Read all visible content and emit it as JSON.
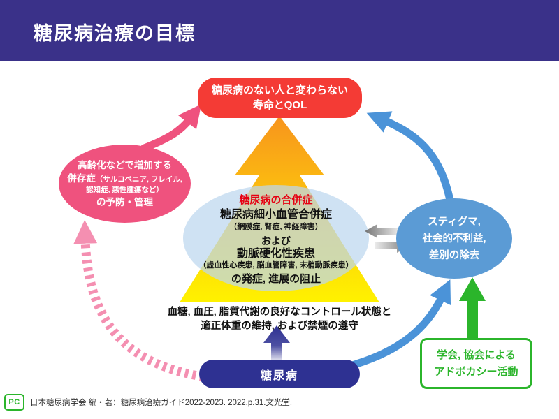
{
  "title": "糖尿病治療の目標",
  "colors": {
    "header_bg": "#3A3189",
    "goal_red": "#F43B35",
    "comorbidity_pink": "#EF527E",
    "dashed_arrow_pink": "#F48FB1",
    "center_ellipse_blue": "#BDD7EE",
    "stigma_blue": "#5B9BD5",
    "arrow_blue": "#4B93D8",
    "diabetes_navy": "#2E3192",
    "advocacy_green": "#2BB52B",
    "big_arrow_orange": "#F7941D",
    "big_arrow_yellow": "#FFF200",
    "complication_heading_red": "#E60012",
    "exchange_arrow_gray": "#757575"
  },
  "nodes": {
    "goal": {
      "line1": "糖尿病のない人と変わらない",
      "line2": "寿命とQOL"
    },
    "comorbidity": {
      "line1": "高齢化などで増加する",
      "line2_main": "併存症",
      "line2_detail": "（サルコペニア, フレイル,",
      "line3_detail": "認知症, 悪性腫瘍など）",
      "line4": "の予防・管理"
    },
    "complications": {
      "heading": "糖尿病の合併症",
      "line1": "糖尿病細小血管合併症",
      "line2": "（網膜症, 腎症, 神経障害）",
      "line3": "および",
      "line4": "動脈硬化性疾患",
      "line5": "（虚血性心疾患, 脳血管障害, 末梢動脈疾患）",
      "line6": "の発症, 進展の阻止"
    },
    "control": {
      "line1": "血糖, 血圧, 脂質代謝の良好なコントロール状態と",
      "line2": "適正体重の維持, および禁煙の遵守"
    },
    "stigma": {
      "line1": "スティグマ,",
      "line2": "社会的不利益,",
      "line3": "差別の除去"
    },
    "diabetes": {
      "label": "糖尿病"
    },
    "advocacy": {
      "line1": "学会, 協会による",
      "line2": "アドボカシー活動"
    }
  },
  "footer": {
    "logo": "PC",
    "citation": "日本糖尿病学会 編・著：糖尿病治療ガイド2022-2023. 2022.p.31.文光堂."
  }
}
